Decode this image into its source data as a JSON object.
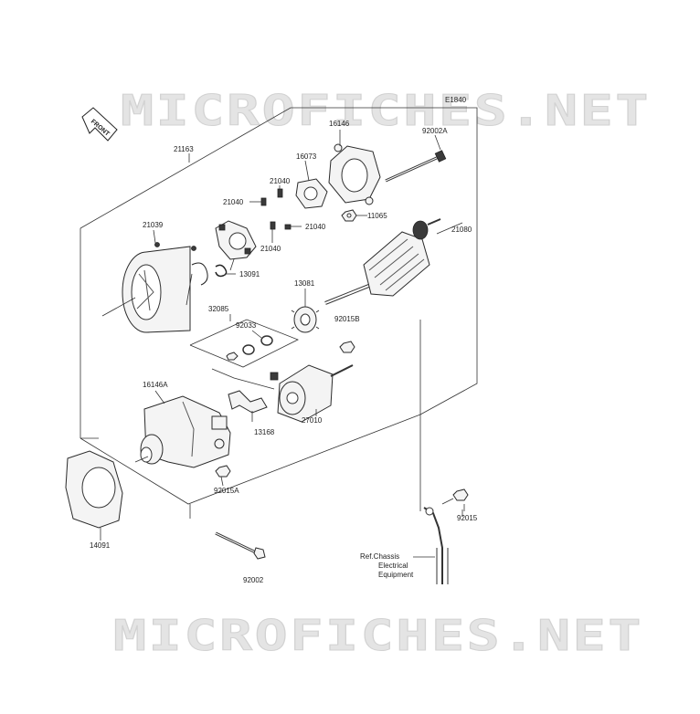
{
  "watermark": "MICROFICHES.NET",
  "diagram_code": "E1840",
  "front_label": "FRONT",
  "parts": [
    {
      "id": "21163"
    },
    {
      "id": "16146"
    },
    {
      "id": "92002A"
    },
    {
      "id": "16073"
    },
    {
      "id": "21040"
    },
    {
      "id": "21040"
    },
    {
      "id": "21040"
    },
    {
      "id": "21040"
    },
    {
      "id": "11065"
    },
    {
      "id": "21039"
    },
    {
      "id": "21080"
    },
    {
      "id": "13091"
    },
    {
      "id": "13081"
    },
    {
      "id": "32085"
    },
    {
      "id": "92033"
    },
    {
      "id": "92015B"
    },
    {
      "id": "16146A"
    },
    {
      "id": "27010"
    },
    {
      "id": "13168"
    },
    {
      "id": "92015A"
    },
    {
      "id": "92015"
    },
    {
      "id": "14091"
    },
    {
      "id": "92002"
    }
  ],
  "reference": {
    "line1": "Ref.Chassis",
    "line2": "Electrical",
    "line3": "Equipment"
  }
}
